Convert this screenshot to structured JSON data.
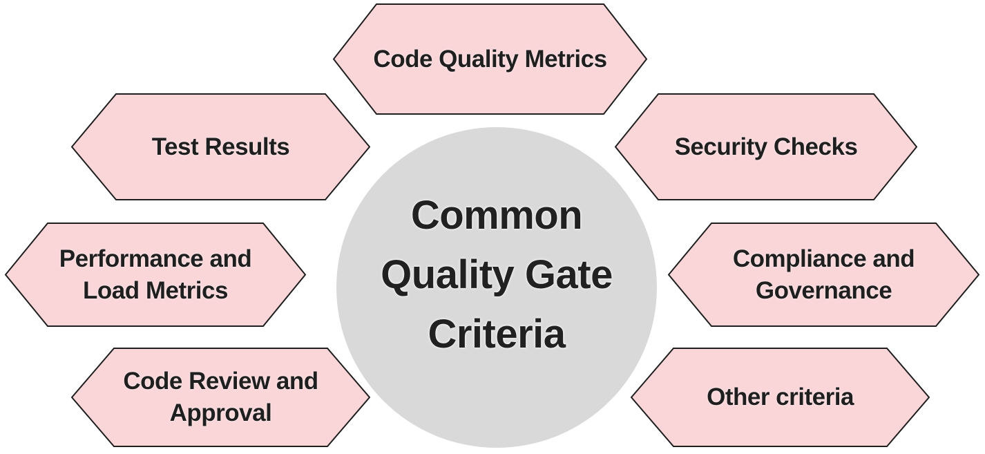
{
  "diagram": {
    "type": "radial-hexagon-diagram",
    "title": "Common Quality Gate Criteria",
    "center": {
      "lines": [
        "Common",
        "Quality Gate",
        "Criteria"
      ]
    },
    "colors": {
      "background": "#FFFFFF",
      "node_fill": "#FAD6D9",
      "node_stroke": "#1E1E1E",
      "center_fill": "#D9D9D9",
      "text": "#1F1F1F"
    },
    "nodes": [
      {
        "id": "code-quality-metrics",
        "label": "Code Quality Metrics",
        "lines": [
          "Code Quality Metrics"
        ],
        "position": "top-center"
      },
      {
        "id": "test-results",
        "label": "Test Results",
        "lines": [
          "Test Results"
        ],
        "position": "upper-left"
      },
      {
        "id": "security-checks",
        "label": "Security Checks",
        "lines": [
          "Security Checks"
        ],
        "position": "upper-right"
      },
      {
        "id": "performance-and-load-metrics",
        "label": "Performance and Load Metrics",
        "lines": [
          "Performance and",
          "Load Metrics"
        ],
        "position": "middle-left"
      },
      {
        "id": "compliance-and-governance",
        "label": "Compliance and Governance",
        "lines": [
          "Compliance and",
          "Governance"
        ],
        "position": "middle-right"
      },
      {
        "id": "code-review-and-approval",
        "label": "Code Review and Approval",
        "lines": [
          "Code Review and",
          "Approval"
        ],
        "position": "lower-left"
      },
      {
        "id": "other-criteria",
        "label": "Other criteria",
        "lines": [
          "Other criteria"
        ],
        "position": "lower-right"
      }
    ]
  }
}
